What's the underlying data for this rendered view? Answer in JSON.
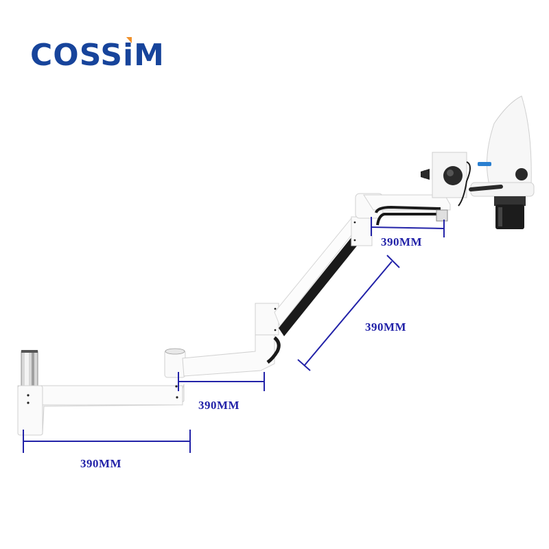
{
  "brand": {
    "name": "COSSiM",
    "text_color": "#17449b",
    "accent_color": "#f0902a"
  },
  "product": {
    "description": "wall-mounted articulated arm microscope",
    "icon": "microscope-icon"
  },
  "dimensions": {
    "color": "#2222a8",
    "items": [
      {
        "id": "head-arm",
        "label": "390MM"
      },
      {
        "id": "diagonal-arm",
        "label": "390MM"
      },
      {
        "id": "middle-arm",
        "label": "390MM"
      },
      {
        "id": "base-arm",
        "label": "390MM"
      }
    ]
  }
}
